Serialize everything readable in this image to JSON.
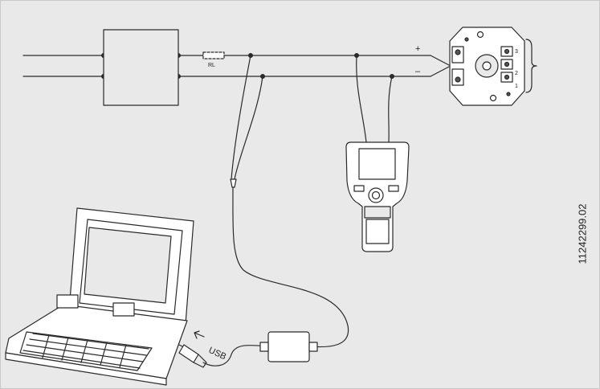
{
  "labels": {
    "plus": "+",
    "minus": "–",
    "resistor": "RL",
    "usb": "USB",
    "terminal_1": "1",
    "terminal_2": "2",
    "terminal_3": "3",
    "doc_id": "11242299.02"
  },
  "colors": {
    "background": "#e9e9e9",
    "line": "#2a2a2a",
    "fill_light": "#ffffff",
    "fill_dark": "#555555"
  },
  "icons": [
    "power-supply-box",
    "transmitter-head",
    "handheld-communicator",
    "laptop",
    "usb-modem"
  ]
}
